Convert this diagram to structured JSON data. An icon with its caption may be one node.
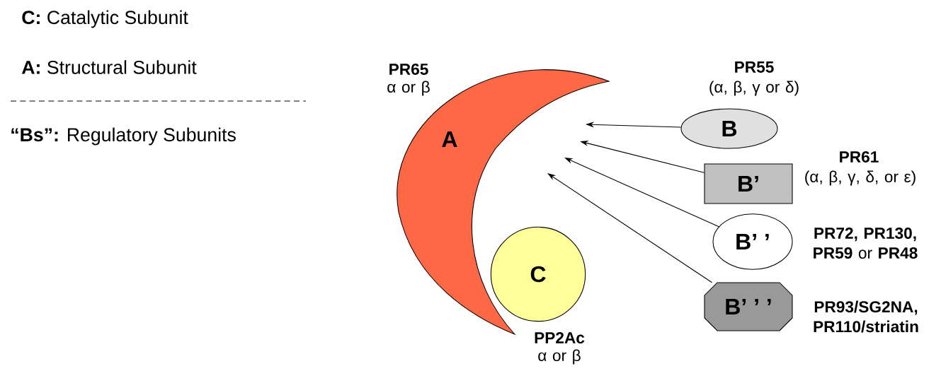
{
  "diagram": {
    "nodes": [
      {
        "text": [
          "A"
        ],
        "beside": [
          "PR65",
          "α or β"
        ]
      },
      {
        "text": [
          "C"
        ],
        "beside": [
          "PP2Ac",
          "α or β"
        ]
      },
      {
        "text": [
          "B"
        ],
        "beside": [
          "PR55",
          "(α, β, γ or δ)"
        ]
      },
      {
        "text": [
          "B’"
        ],
        "beside": [
          "PR61",
          "(α, β, γ, δ, or ε)"
        ]
      },
      {
        "text": [
          "B’ ’"
        ],
        "beside": [
          "**PR72, PR130, PR59** or **PR48**"
        ]
      },
      {
        "text": [
          "B’ ’ ’"
        ],
        "beside": [
          "PR93/SG2NA, PR110/striatin"
        ]
      }
    ],
    "edges": [
      {
        "from": 2,
        "to": null,
        "arrow": "to"
      },
      {
        "from": 3,
        "to": null,
        "arrow": "to"
      },
      {
        "from": 4,
        "to": null,
        "arrow": "to"
      },
      {
        "from": 5,
        "to": null,
        "arrow": "to"
      }
    ],
    "labels": [
      "**C:** Catalytic Subunit",
      "**A:** Structural Subunit",
      "**“Bs”:** Regulatory Subunits"
    ]
  }
}
